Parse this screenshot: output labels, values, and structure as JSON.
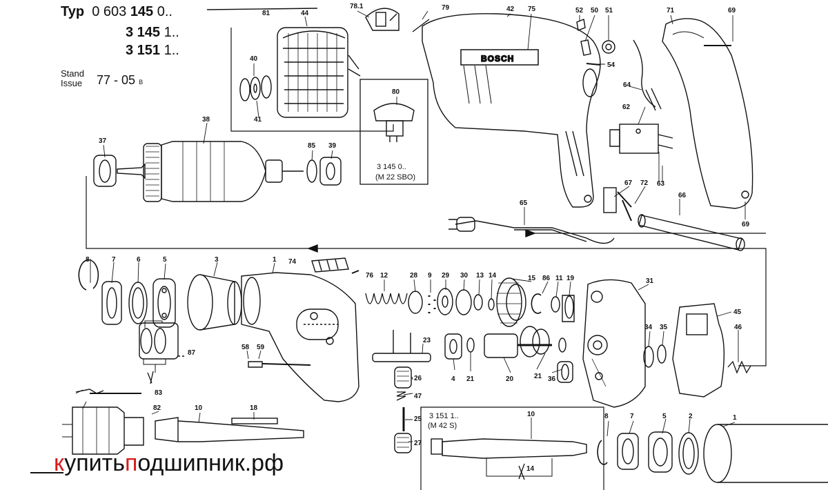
{
  "header": {
    "typ_label": "Typ",
    "typ_code_prefix": "0 603 ",
    "typ_code_bold": "145",
    "typ_code_suffix": " 0..",
    "variant_2_bold": "3 145",
    "variant_2_suffix": " 1..",
    "variant_3_bold": "3 151",
    "variant_3_suffix": " 1..",
    "stand_label": "Stand",
    "issue_label": "Issue",
    "issue_value": "77 - 05",
    "issue_suffix": "B"
  },
  "inset_labels": {
    "sbo_code": "3 145 0..",
    "sbo_model": "(M 22 SBO)",
    "s_code": "3 151 1..",
    "s_model": "(M 42 S)"
  },
  "housing_brand": "BOSCH",
  "watermark": {
    "part1": "к",
    "part2": "упить",
    "part3": "п",
    "part4": "одшипник.рф"
  },
  "parts": [
    "81",
    "44",
    "78.1",
    "79",
    "42",
    "75",
    "52",
    "50",
    "51",
    "71",
    "69",
    "40",
    "41",
    "54",
    "80",
    "64",
    "62",
    "38",
    "37",
    "85",
    "39",
    "67",
    "72",
    "63",
    "65",
    "66",
    "69b",
    "8",
    "7",
    "6",
    "5",
    "3",
    "1",
    "74",
    "76",
    "12",
    "28",
    "9",
    "29",
    "30",
    "13",
    "14",
    "15",
    "86",
    "11",
    "19",
    "31",
    "45",
    "34",
    "35",
    "46",
    "58",
    "59",
    "87",
    "23",
    "4",
    "21",
    "20",
    "21b",
    "36",
    "26",
    "47",
    "83",
    "82",
    "10",
    "18",
    "25",
    "27",
    "10b",
    "8b",
    "7b",
    "5b",
    "2",
    "1b",
    "14b"
  ],
  "part_labels": {
    "81": "81",
    "44": "44",
    "78.1": "78.1",
    "79": "79",
    "42": "42",
    "75": "75",
    "52": "52",
    "50": "50",
    "51": "51",
    "71": "71",
    "69": "69",
    "40": "40",
    "41": "41",
    "54": "54",
    "80": "80",
    "64": "64",
    "62": "62",
    "38": "38",
    "37": "37",
    "85": "85",
    "39": "39",
    "67": "67",
    "72": "72",
    "63": "63",
    "65": "65",
    "66": "66",
    "69b": "69",
    "8": "8",
    "7": "7",
    "6": "6",
    "5": "5",
    "3": "3",
    "1": "1",
    "74": "74",
    "76": "76",
    "12": "12",
    "28": "28",
    "9": "9",
    "29": "29",
    "30": "30",
    "13": "13",
    "14": "14",
    "15": "15",
    "86": "86",
    "11": "11",
    "19": "19",
    "31": "31",
    "45": "45",
    "34": "34",
    "35": "35",
    "46": "46",
    "58": "58",
    "59": "59",
    "87": "87",
    "23": "23",
    "4": "4",
    "21": "21",
    "20": "20",
    "21b": "21",
    "36": "36",
    "26": "26",
    "47": "47",
    "83": "83",
    "82": "82",
    "10": "10",
    "18": "18",
    "25": "25",
    "27": "27",
    "10b": "10",
    "8b": "8",
    "7b": "7",
    "5b": "5",
    "2": "2",
    "1b": "1",
    "14b": "14"
  }
}
